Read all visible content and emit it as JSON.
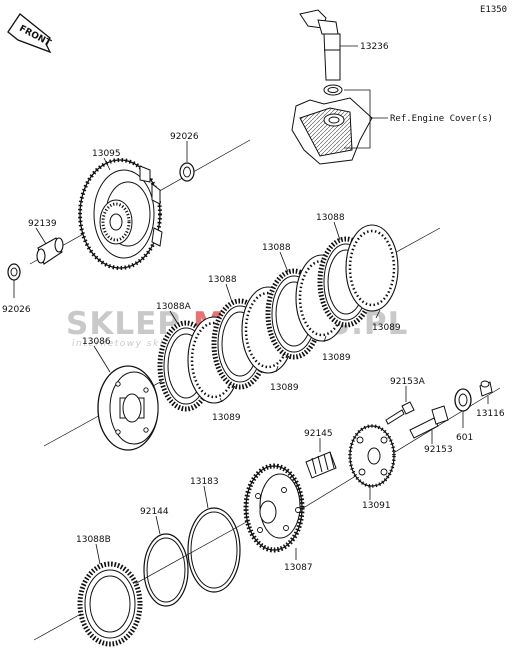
{
  "diagram_code": "E1350",
  "front_arrow_label": "FRONT",
  "reference_note": "Ref.Engine Cover(s)",
  "watermark": {
    "main_left": "SKLEP",
    "main_mid": "MOTO",
    "main_right": "23.PL",
    "sub": "internetowy sklep motocyklowy",
    "color_grey": "#c9c9c9",
    "color_red": "#e07676"
  },
  "parts": {
    "p13236": "13236",
    "p92026a": "92026",
    "p13095": "13095",
    "p92139": "92139",
    "p92026b": "92026",
    "p13088a": "13088",
    "p13088b": "13088",
    "p13088c": "13088",
    "p13088A": "13088A",
    "p13086": "13086",
    "p13089a": "13089",
    "p13089b": "13089",
    "p13089c": "13089",
    "p13089d": "13089",
    "p92153A": "92153A",
    "p92153": "92153",
    "p601": "601",
    "p13116": "13116",
    "p92145": "92145",
    "p13091": "13091",
    "p13183": "13183",
    "p92144": "92144",
    "p13088B": "13088B",
    "p13087": "13087"
  }
}
